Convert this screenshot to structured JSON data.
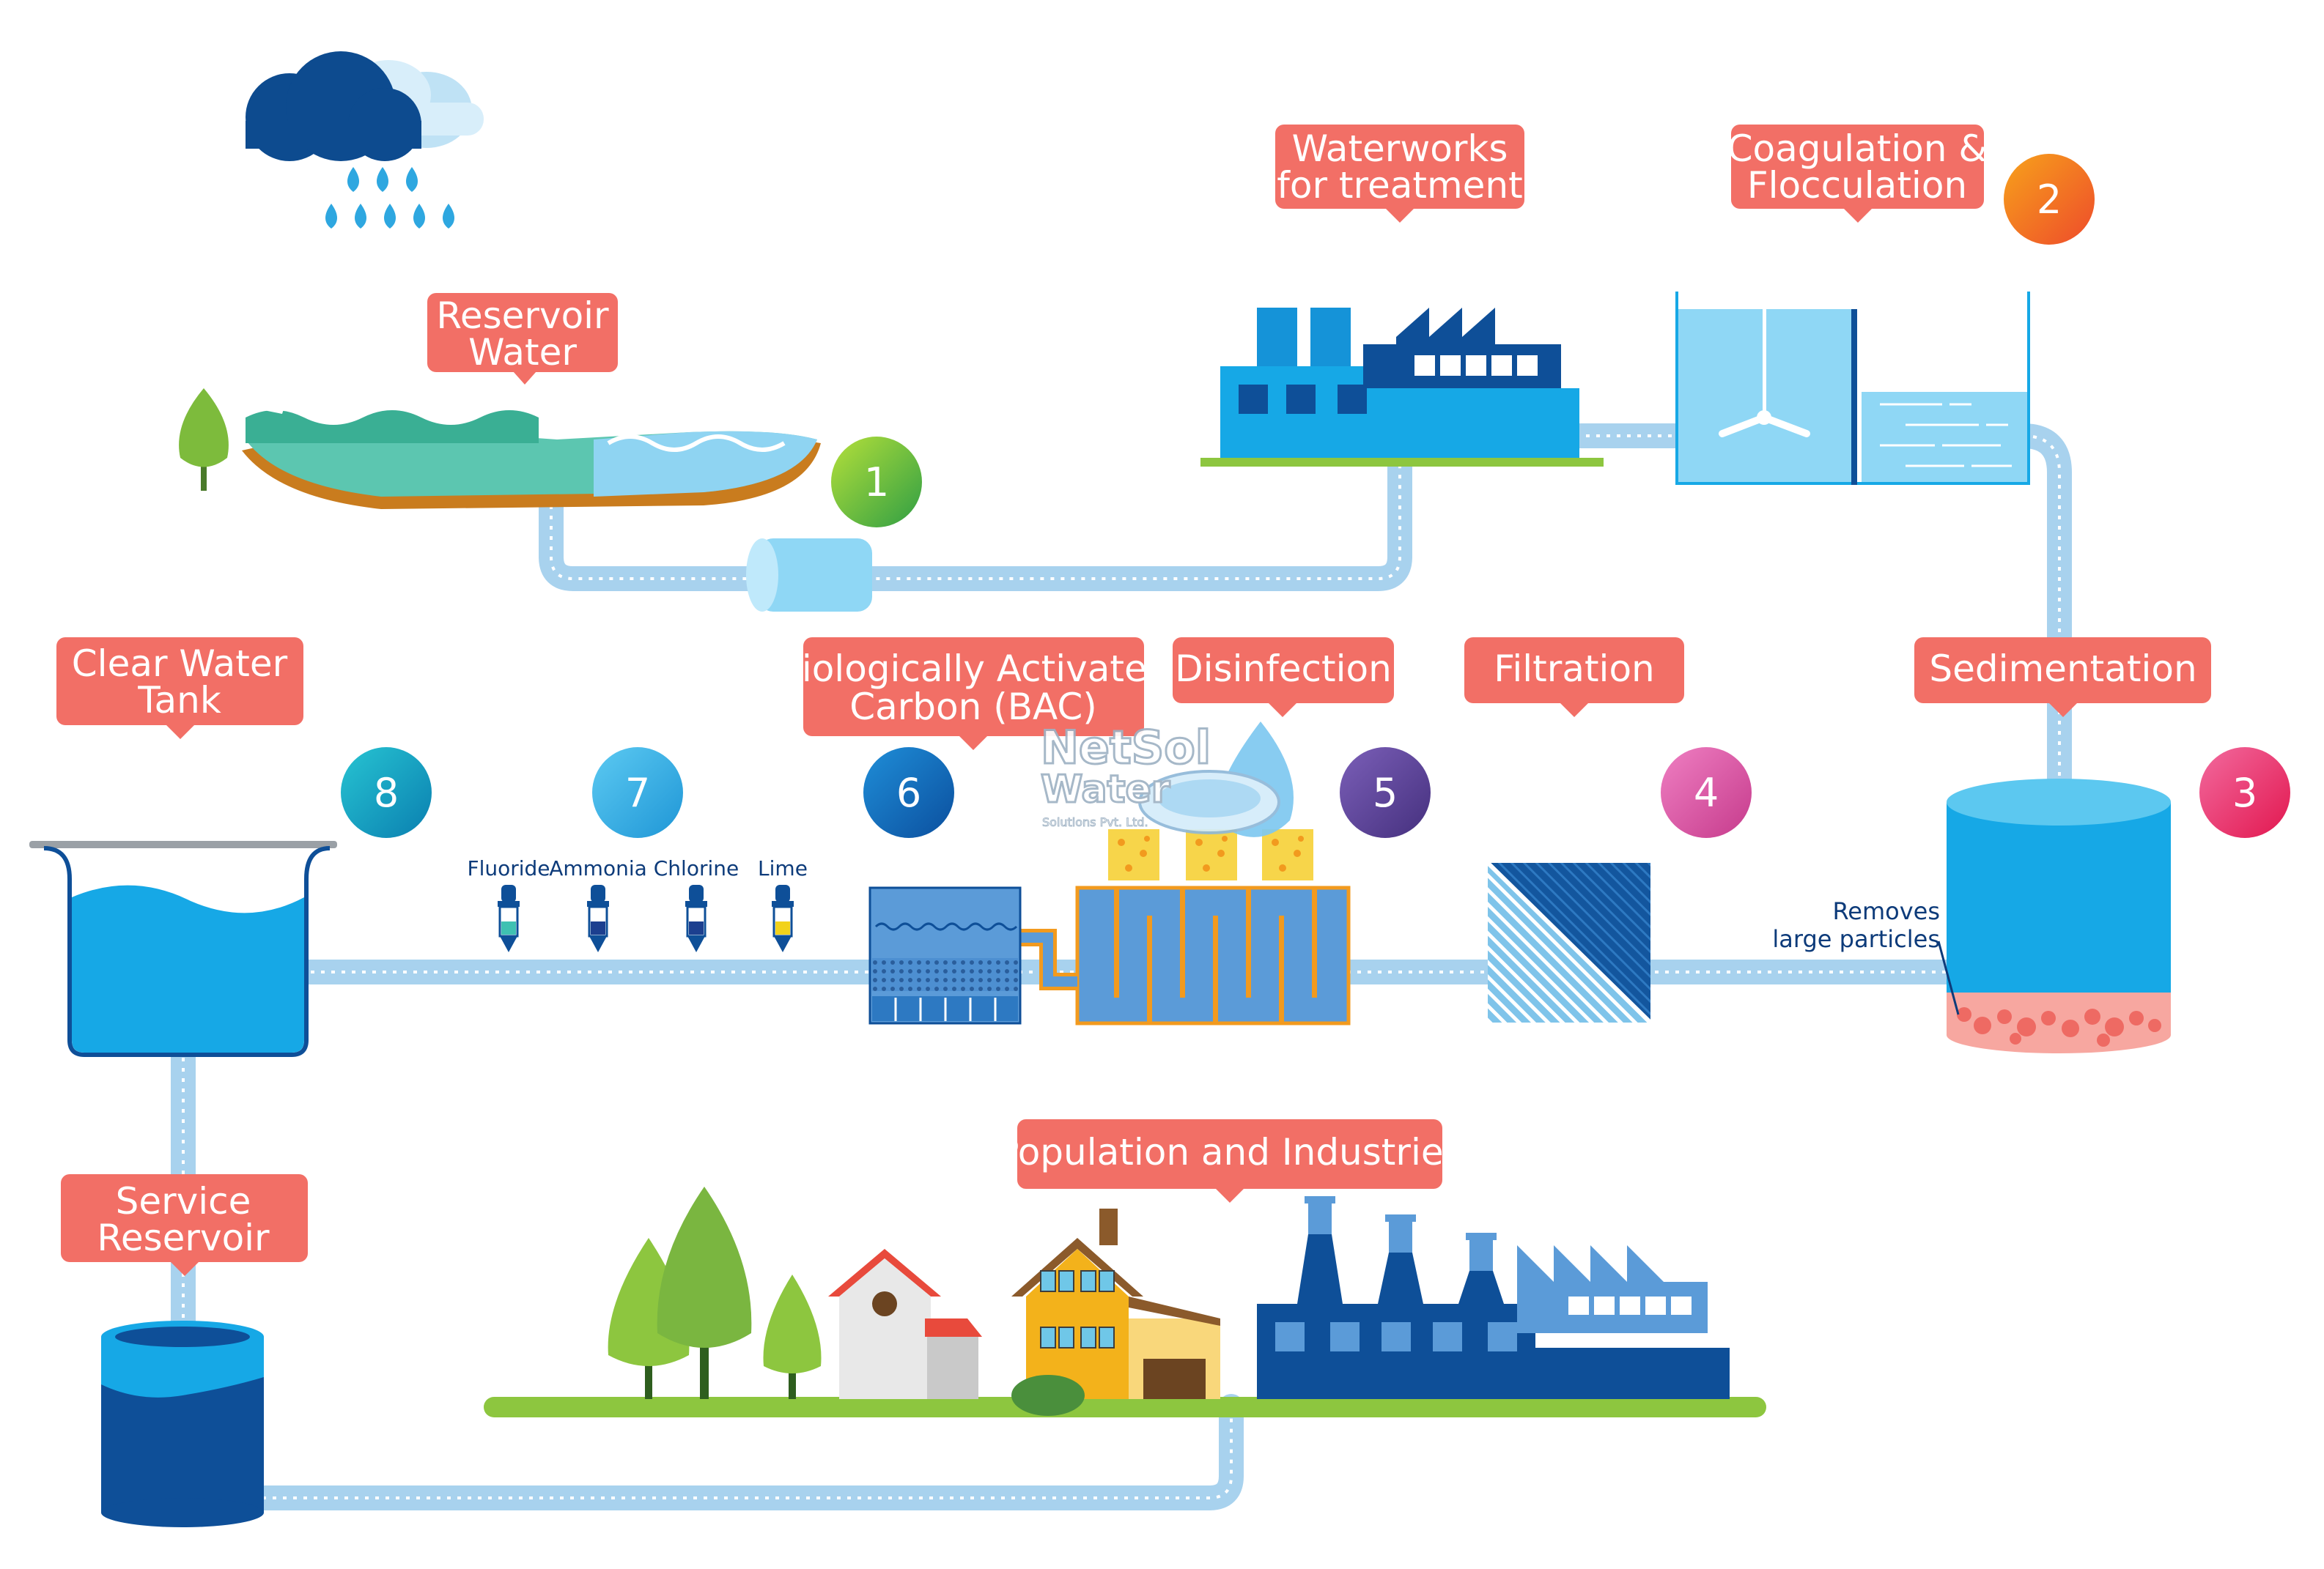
{
  "labels": {
    "reservoir_water": [
      "Reservoir",
      "Water"
    ],
    "waterworks": [
      "Waterworks",
      "for treatment"
    ],
    "coagulation": [
      "Coagulation &",
      "Flocculation"
    ],
    "sedimentation": "Sedimentation",
    "filtration": "Filtration",
    "disinfection": "Disinfection",
    "bac": [
      "Biologically Activated",
      "Carbon (BAC)"
    ],
    "clear_water_tank": [
      "Clear Water",
      "Tank"
    ],
    "service_reservoir": [
      "Service",
      "Reservoir"
    ],
    "population": "Population and Industries"
  },
  "steps": [
    "1",
    "2",
    "3",
    "4",
    "5",
    "6",
    "7",
    "8"
  ],
  "chemicals": [
    "Fluoride",
    "Ammonia",
    "Chlorine",
    "Lime"
  ],
  "sediment_note": [
    "Removes",
    "large particles"
  ],
  "watermark": {
    "line1": "NetSol",
    "line2": "Water",
    "line3": "Solutions Pvt. Ltd."
  },
  "colors": {
    "label_bg": "#f26f66",
    "pipe": "#a8d2ee",
    "step1": "#6fbf3a",
    "step2": "#f2711c",
    "step3": "#e8336f",
    "step4": "#d94f9c",
    "step5": "#5e3f99",
    "step6": "#0d6fc2",
    "step7": "#3bb4e8",
    "step8": "#13a6c4"
  },
  "icons": [
    "rain-cloud-icon",
    "tree-icon",
    "factory-icon",
    "house-icon",
    "tank-icon",
    "pump-icon",
    "dropper-icon"
  ]
}
